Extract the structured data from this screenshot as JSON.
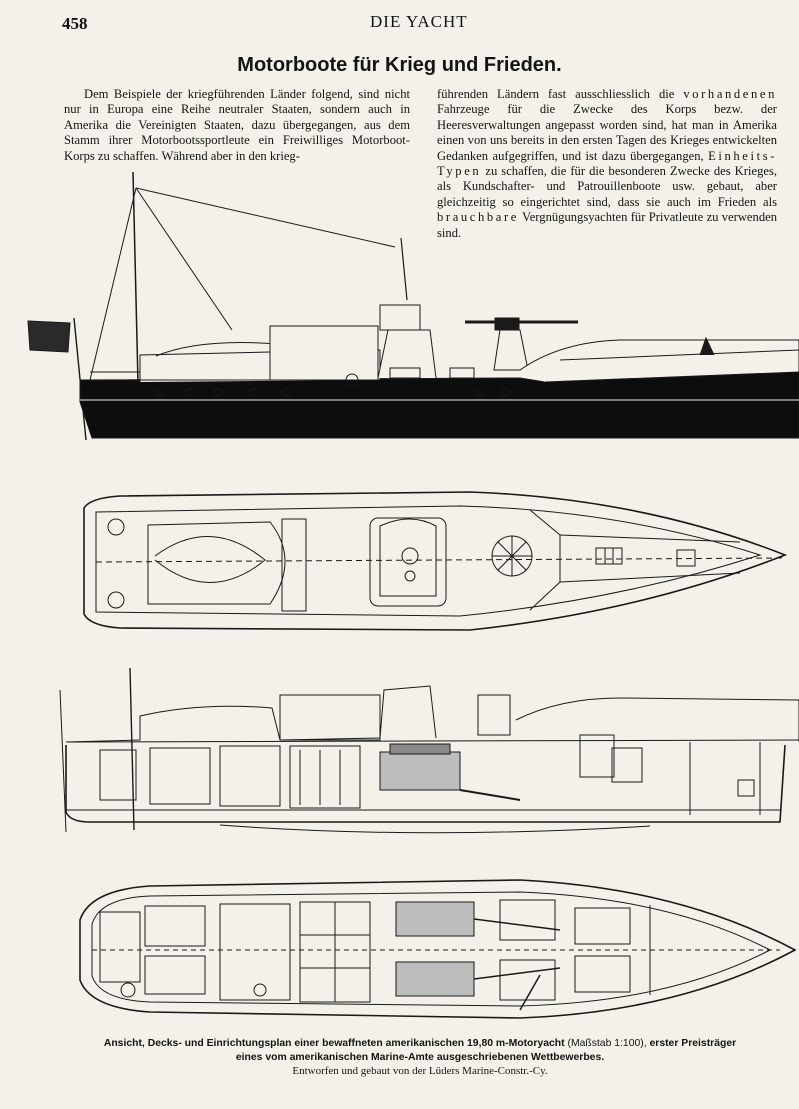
{
  "header": {
    "page_number": "458",
    "running_head": "DIE YACHT"
  },
  "article": {
    "title": "Motorboote für Krieg und Frieden.",
    "left_column": "Dem Beispiele der kriegführenden Länder folgend, sind nicht nur in Europa eine Reihe neutraler Staaten, sondern auch in Amerika die Vereinigten Staaten, dazu übergegangen, aus dem Stamm ihrer Motorbootssportleute ein Freiwilliges Motorboot-Korps zu schaffen. Während aber in den krieg-",
    "right_column": {
      "part1": "führenden Ländern fast ausschliesslich die",
      "spaced1": "vorhandenen",
      "part2": "Fahrzeuge für die Zwecke des Korps bezw. der Heeresverwaltungen angepasst worden sind, hat man in Amerika einen von uns bereits in den ersten Tagen des Krieges entwickelten Gedanken aufgegriffen, und ist dazu übergegangen,",
      "spaced2": "Einheits-Typen",
      "part3": "zu schaffen, die für die besonderen Zwecke des Krieges, als Kundschafter- und Patrouillenboote usw. gebaut, aber gleichzeitig so eingerichtet sind, dass sie auch im Frieden als",
      "spaced3": "brauchbare",
      "part4": "Vergnügungsyachten für Privatleute zu verwenden sind."
    }
  },
  "caption": {
    "main": "Ansicht, Decks- und Einrichtungsplan einer bewaffneten amerikanischen 19,80 m-Motoryacht",
    "scale": "(Maßstab 1:100),",
    "rest": "erster Preisträger eines vom amerikanischen Marine-Amte ausgeschriebenen Wettbewerbes.",
    "credit": "Entworfen und gebaut von der Lüders Marine-Constr.-Cy."
  }
}
